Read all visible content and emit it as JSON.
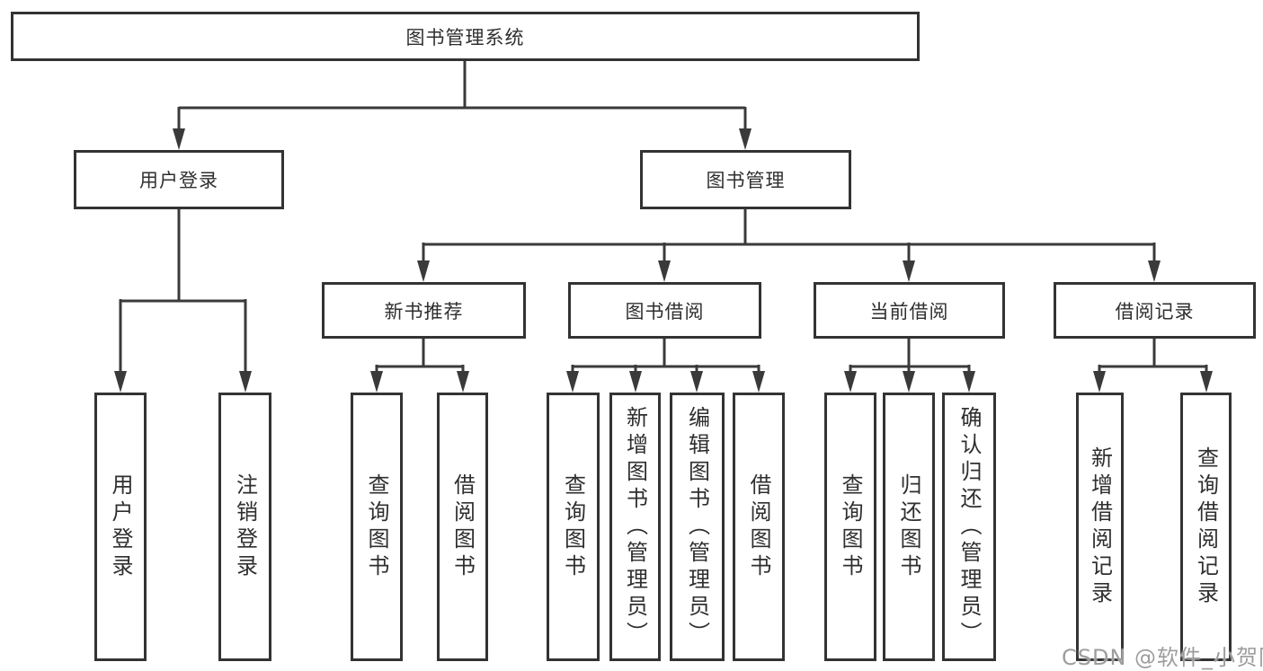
{
  "diagram": {
    "root": {
      "label": "图书管理系统"
    },
    "level2": {
      "user_login": {
        "label": "用户登录"
      },
      "book_mgmt": {
        "label": "图书管理"
      }
    },
    "level3": {
      "new_book_rec": {
        "label": "新书推荐"
      },
      "book_borrow": {
        "label": "图书借阅"
      },
      "current_borrow": {
        "label": "当前借阅"
      },
      "borrow_records": {
        "label": "借阅记录"
      }
    },
    "leaves": {
      "user_login": {
        "label": "用户登录"
      },
      "logout": {
        "label": "注销登录"
      },
      "rec_query_books": {
        "label": "查询图书"
      },
      "rec_borrow_books": {
        "label": "借阅图书"
      },
      "bb_query_books": {
        "label": "查询图书"
      },
      "bb_add_books": {
        "label": "新增图书（管理员）"
      },
      "bb_edit_books": {
        "label": "编辑图书（管理员）"
      },
      "bb_borrow_books": {
        "label": "借阅图书"
      },
      "cb_query_books": {
        "label": "查询图书"
      },
      "cb_return_books": {
        "label": "归还图书"
      },
      "cb_confirm_return": {
        "label": "确认归还（管理员）"
      },
      "br_add_record": {
        "label": "新增借阅记录"
      },
      "br_query_record": {
        "label": "查询借阅记录"
      }
    },
    "watermark": "CSDN @软件_小贺同学",
    "colors": {
      "line": "#3a3a3a",
      "box_border": "#333333",
      "text": "#2f2f2f",
      "watermark": "#9d9d9d",
      "background": "#ffffff"
    }
  }
}
